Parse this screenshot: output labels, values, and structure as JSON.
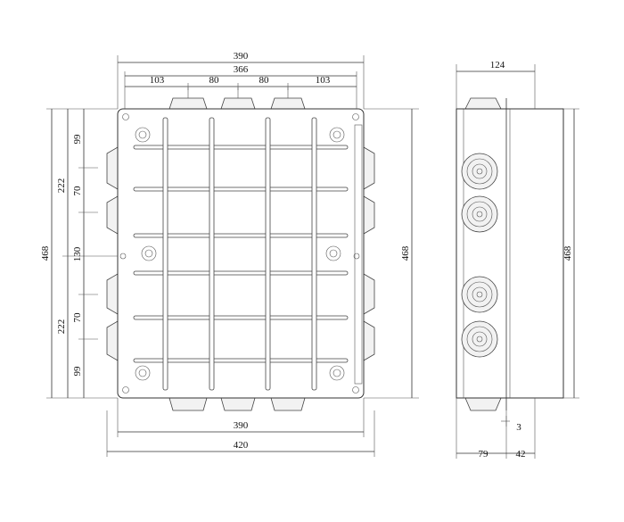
{
  "front_view": {
    "top_dims": [
      "390",
      "366",
      "103",
      "80",
      "80",
      "103"
    ],
    "left_dims": [
      "468",
      "99",
      "222",
      "70",
      "130",
      "222",
      "70",
      "99"
    ],
    "right_dim": "468",
    "bottom_dims": [
      "390",
      "420"
    ]
  },
  "side_view": {
    "top_dim": "124",
    "right_dim": "468",
    "depth_dim": "3",
    "bottom_dims": [
      "79",
      "42"
    ]
  }
}
